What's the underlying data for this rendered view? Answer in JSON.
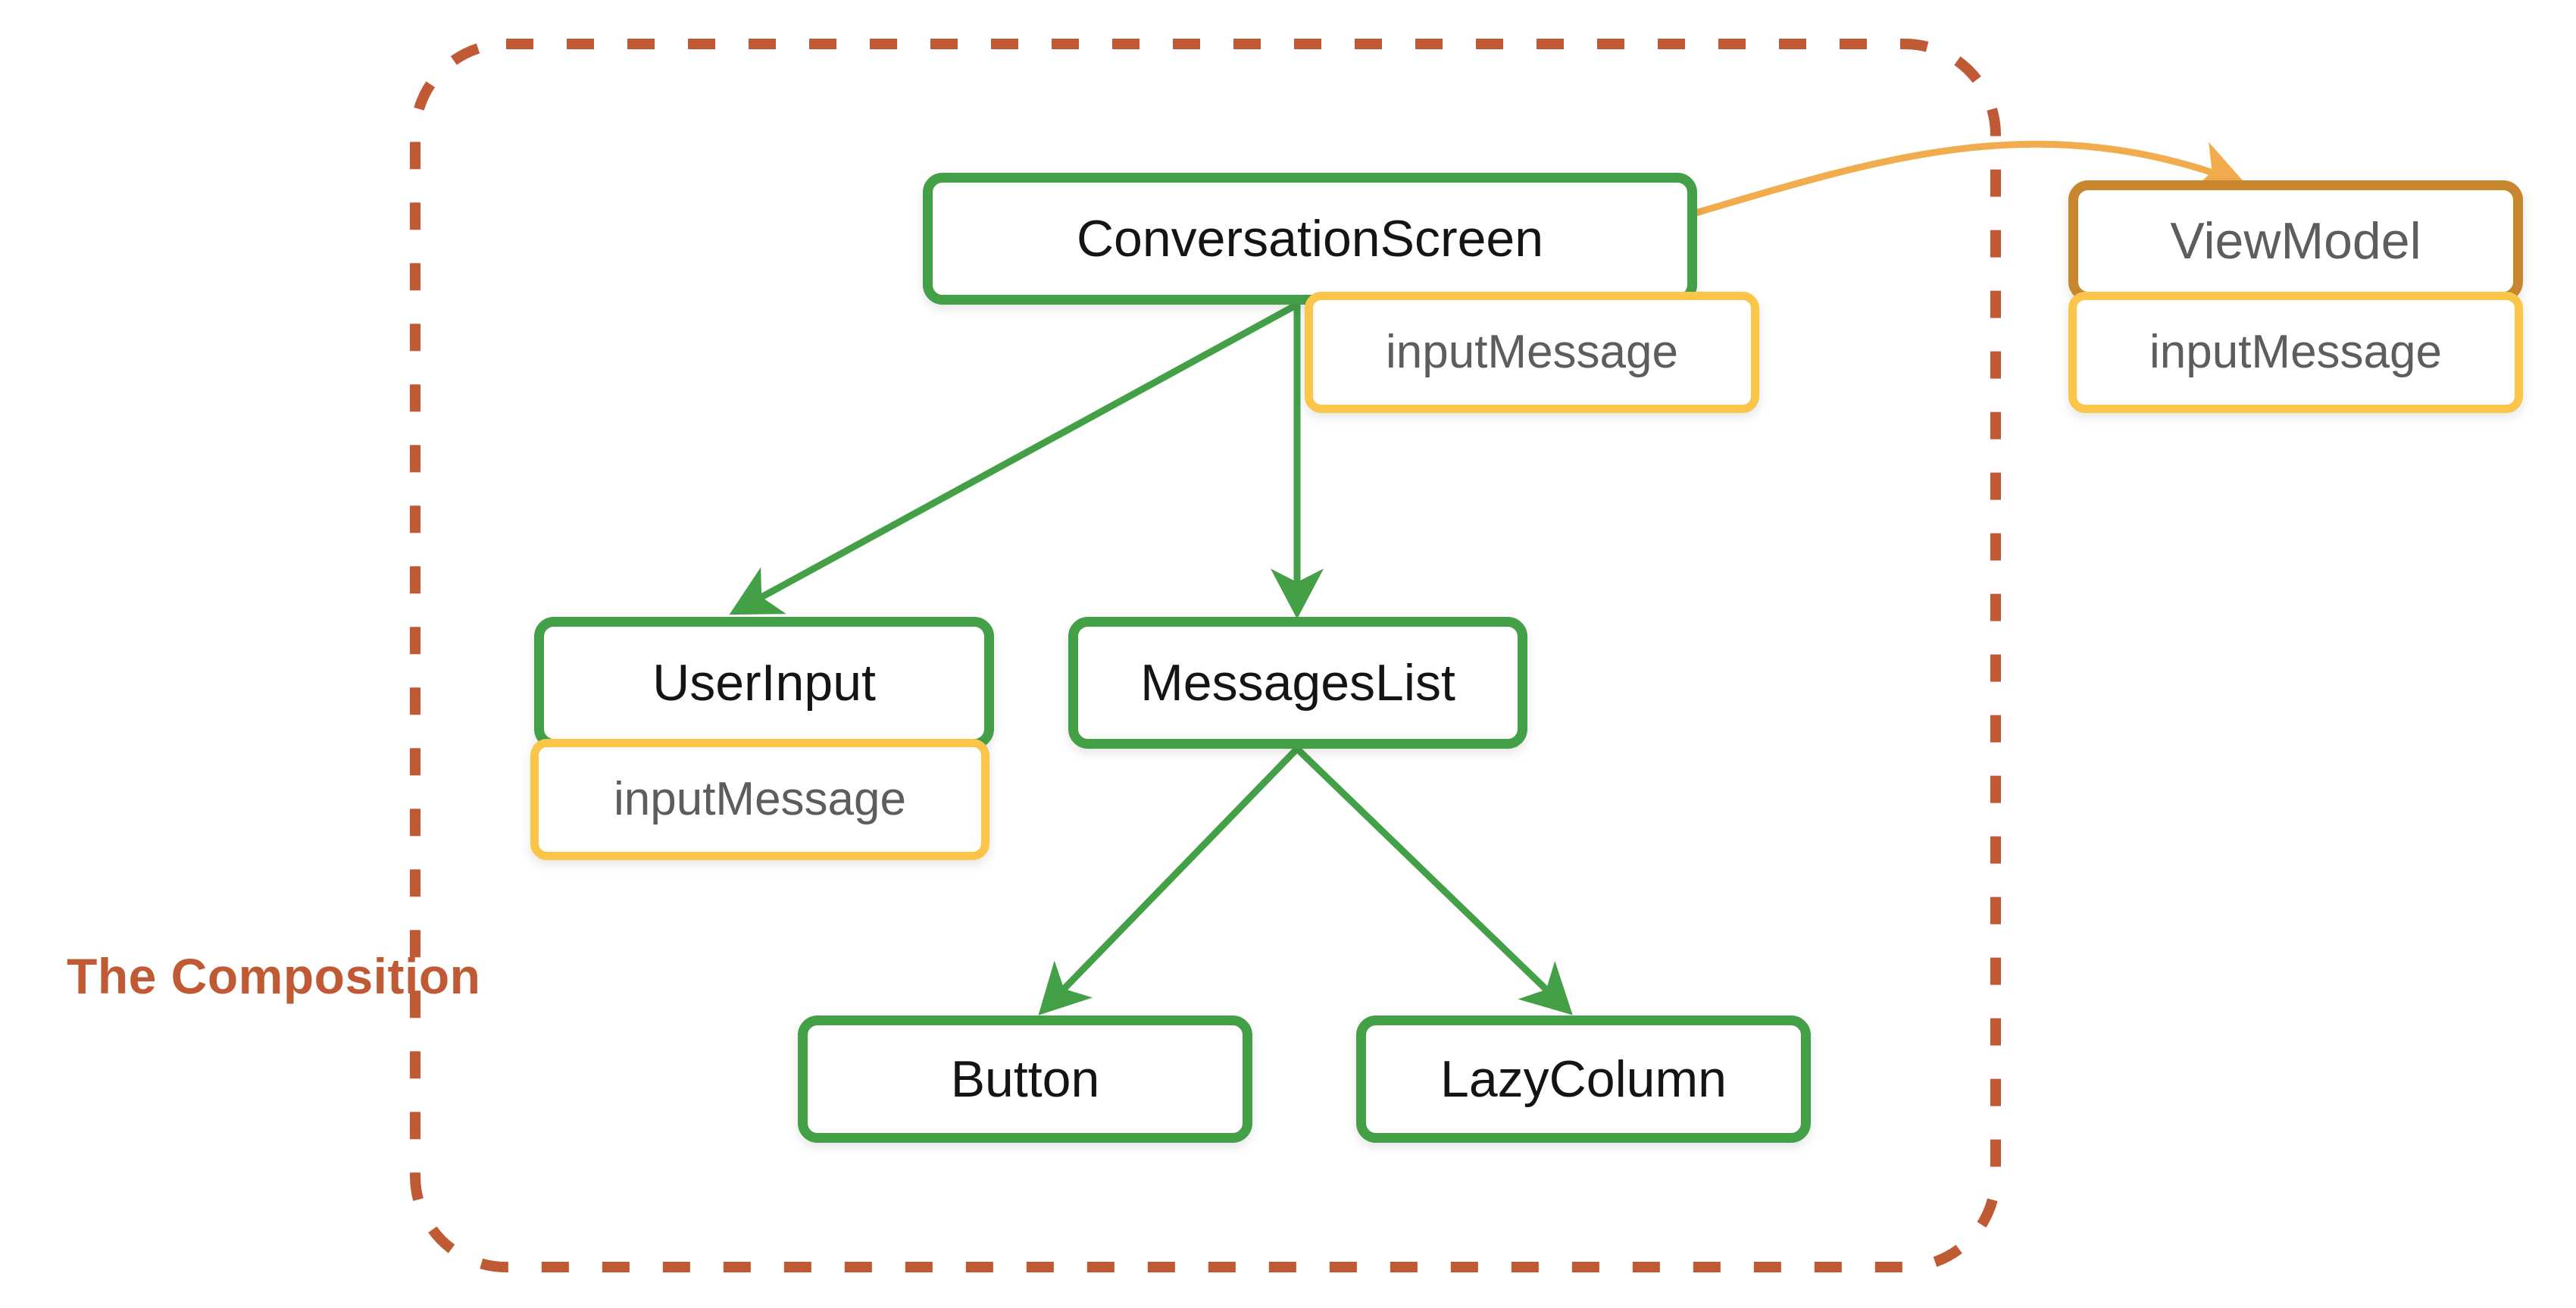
{
  "diagram": {
    "title_label": "The Composition",
    "boundary": {
      "style": "dashed",
      "color": "#c05a34",
      "label": "The Composition"
    },
    "colors": {
      "composable_border": "#43a047",
      "state_border": "#fbc54a",
      "viewmodel_border": "#c8872f",
      "boundary": "#c05a34",
      "event_arrow": "#f0ac4d",
      "tree_arrow": "#43a047",
      "node_fill": "#ffffff",
      "node_label": "#141414",
      "state_label": "#5d5d5d"
    },
    "nodes": [
      {
        "id": "conversation-screen",
        "label": "ConversationScreen",
        "kind": "composable",
        "inside_composition": true
      },
      {
        "id": "conversation-screen-state",
        "label": "inputMessage",
        "kind": "state",
        "inside_composition": true
      },
      {
        "id": "user-input",
        "label": "UserInput",
        "kind": "composable",
        "inside_composition": true
      },
      {
        "id": "user-input-state",
        "label": "inputMessage",
        "kind": "state",
        "inside_composition": true
      },
      {
        "id": "messages-list",
        "label": "MessagesList",
        "kind": "composable",
        "inside_composition": true
      },
      {
        "id": "button",
        "label": "Button",
        "kind": "composable",
        "inside_composition": true
      },
      {
        "id": "lazy-column",
        "label": "LazyColumn",
        "kind": "composable",
        "inside_composition": true
      },
      {
        "id": "view-model",
        "label": "ViewModel",
        "kind": "viewmodel",
        "inside_composition": false
      },
      {
        "id": "view-model-state",
        "label": "inputMessage",
        "kind": "state",
        "inside_composition": false
      }
    ],
    "edges": [
      {
        "from": "conversation-screen",
        "to": "user-input",
        "kind": "composition",
        "color": "#43a047"
      },
      {
        "from": "conversation-screen",
        "to": "messages-list",
        "kind": "composition",
        "color": "#43a047"
      },
      {
        "from": "messages-list",
        "to": "button",
        "kind": "composition",
        "color": "#43a047"
      },
      {
        "from": "messages-list",
        "to": "lazy-column",
        "kind": "composition",
        "color": "#43a047"
      },
      {
        "from": "conversation-screen",
        "to": "view-model",
        "kind": "event",
        "color": "#f0ac4d"
      }
    ]
  }
}
